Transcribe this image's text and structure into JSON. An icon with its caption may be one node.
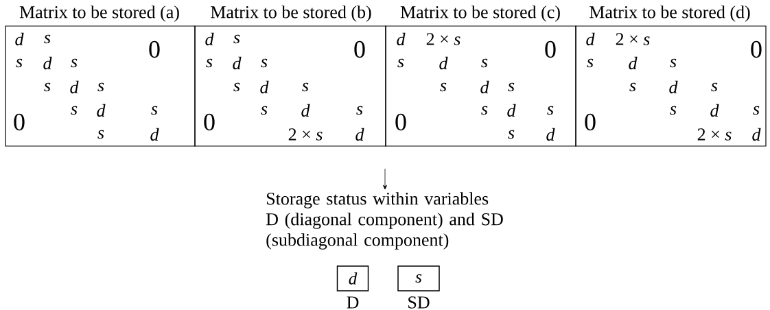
{
  "diagram": {
    "nodes": [
      {
        "text": [
          "Matrix to be stored (a)",
          "d",
          "s",
          "0",
          "s",
          "d",
          "s",
          "s",
          "d",
          "s",
          "0",
          "s",
          "d",
          "s",
          "s",
          "d"
        ]
      },
      {
        "text": [
          "Matrix to be stored (b)",
          "d",
          "s",
          "0",
          "s",
          "d",
          "s",
          "s",
          "d",
          "s",
          "0",
          "s",
          "d",
          "s",
          "2 × *s*",
          "d"
        ]
      },
      {
        "text": [
          "Matrix to be stored (c)",
          "d",
          "2 × *s*",
          "0",
          "s",
          "d",
          "s",
          "s",
          "d",
          "s",
          "0",
          "s",
          "d",
          "s",
          "s",
          "d"
        ]
      },
      {
        "text": [
          "Matrix to be stored (d)",
          "d",
          "2 × *s*",
          "0",
          "s",
          "d",
          "s",
          "s",
          "d",
          "s",
          "0",
          "s",
          "d",
          "s",
          "2 × *s*",
          "d"
        ]
      },
      {
        "text": [
          "Storage status within variables D (diagonal component) and SD (subdiagonal component)"
        ]
      },
      {
        "text": [
          "d"
        ],
        "beside": [
          "D"
        ]
      },
      {
        "text": [
          "s"
        ],
        "beside": [
          "SD"
        ]
      }
    ],
    "edges": [
      {
        "from": null,
        "to": 4,
        "arrow": "to"
      }
    ]
  }
}
